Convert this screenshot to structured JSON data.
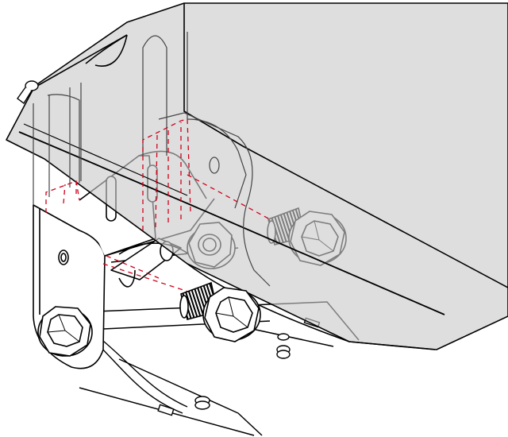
{
  "figure": {
    "kind": "technical-assembly-illustration",
    "text_labels": []
  },
  "parts": [
    {
      "id": "shield-panel",
      "icon": "translucent-shield-panel"
    },
    {
      "id": "mounting-bracket",
      "icon": "bracket-plate"
    },
    {
      "id": "flange-bolt-upper",
      "icon": "hex-flange-bolt"
    },
    {
      "id": "flange-bolt-lower",
      "icon": "hex-flange-bolt"
    },
    {
      "id": "flange-bolt-corner",
      "icon": "hex-flange-bolt"
    },
    {
      "id": "flange-nut",
      "icon": "hex-flange-nut"
    }
  ],
  "colors": {
    "line": "#000000",
    "panel_fill": "#c9c9c9",
    "panel_opacity": "0.62",
    "guide_line": "#d0021b",
    "background": "#ffffff",
    "hardware_fill": "#ffffff"
  }
}
